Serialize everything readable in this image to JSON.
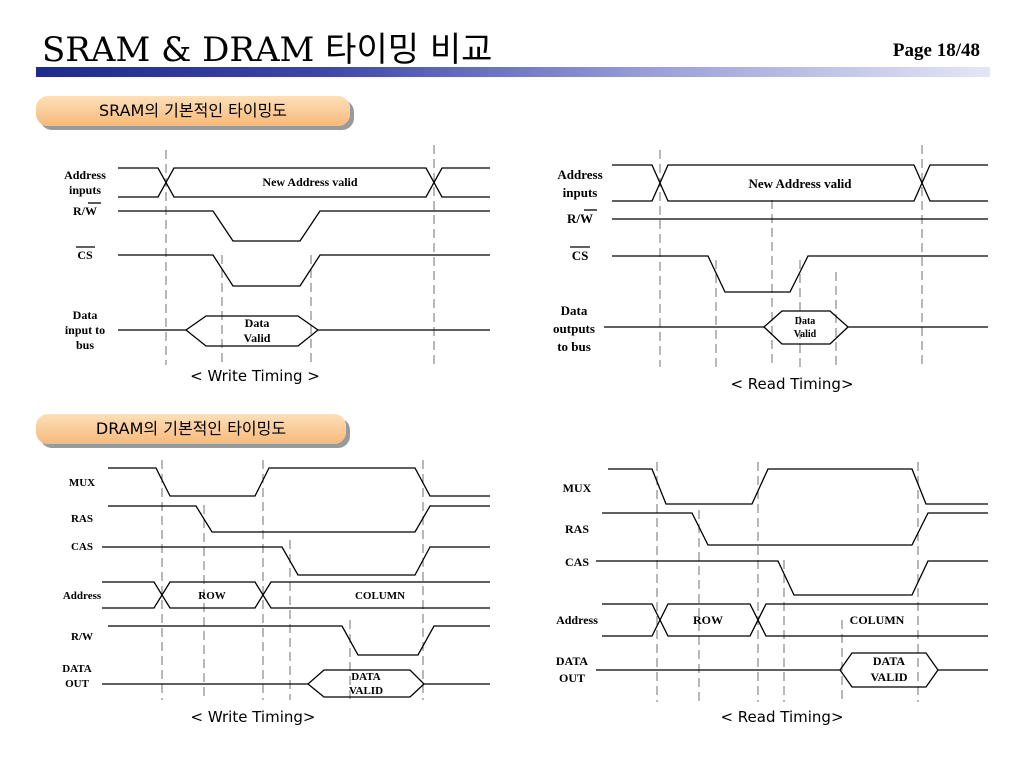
{
  "header": {
    "title": "SRAM & DRAM 타이밍 비교",
    "page": "Page 18/48"
  },
  "sections": {
    "sram": "SRAM의 기본적인 타이밍도",
    "dram": "DRAM의 기본적인 타이밍도"
  },
  "sram_write": {
    "signals": [
      "Address",
      "inputs",
      "R/W",
      "CS",
      "Data",
      "input to",
      "bus"
    ],
    "address_label": "New Address valid",
    "data_label": [
      "Data",
      "Valid"
    ],
    "caption": "< Write Timing >"
  },
  "sram_read": {
    "signals": [
      "Address",
      "inputs",
      "R/W",
      "CS",
      "Data",
      "outputs",
      "to bus"
    ],
    "address_label": "New Address valid",
    "data_label": [
      "Data",
      "Valid"
    ],
    "caption": "< Read Timing>"
  },
  "dram_write": {
    "signals": [
      "MUX",
      "RAS",
      "CAS",
      "Address",
      "R/W",
      "DATA",
      "OUT"
    ],
    "row_label": "ROW",
    "column_label": "COLUMN",
    "data_label": [
      "DATA",
      "VALID"
    ],
    "caption": "< Write Timing>"
  },
  "dram_read": {
    "signals": [
      "MUX",
      "RAS",
      "CAS",
      "Address",
      "DATA",
      "OUT"
    ],
    "row_label": "ROW",
    "column_label": "COLUMN",
    "data_label": [
      "DATA",
      "VALID"
    ],
    "caption": "< Read Timing>"
  }
}
